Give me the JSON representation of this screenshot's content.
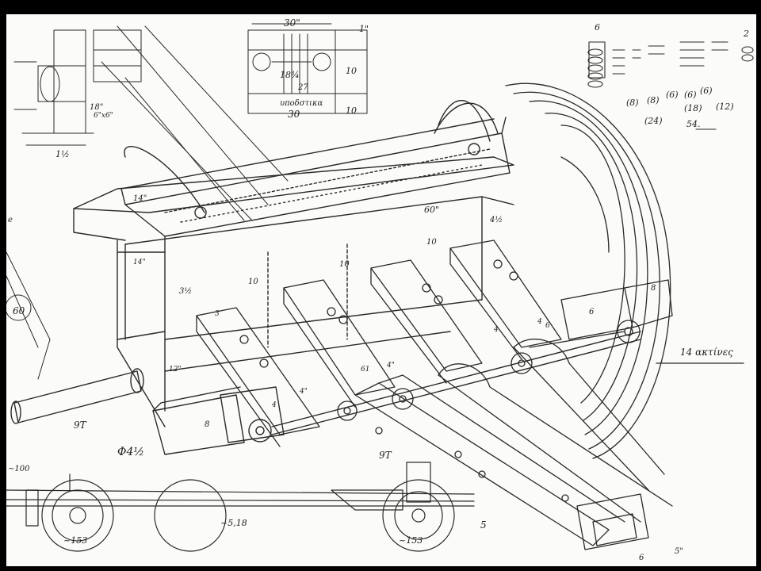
{
  "colors": {
    "paper": "#fbfbf9",
    "ink": "#2a2a2a",
    "background": "#000000"
  },
  "labels": {
    "top_30": "30\"",
    "top_1": "1\"",
    "top_10a": "10",
    "top_10b": "10",
    "top_30b": "30",
    "top_183": "18¾",
    "top_27": "27",
    "top_greek": "υποδστικα",
    "left_18": "18\"",
    "left_6x6": "6\"x6\"",
    "left_1half": "1½",
    "left_60": "60",
    "left_e": "e",
    "beam_14": "14\"",
    "beam_60": "60\"",
    "dim_10a": "10",
    "dim_10b": "10",
    "dim_10c": "10",
    "dim_4half": "4½",
    "dim_3half": "3½",
    "dim_14b": "14\"",
    "dim_12": "12\"",
    "dim_8a": "8",
    "dim_8b": "8",
    "dim_6a": "6",
    "dim_6b": "6",
    "dim_4a": "4\"",
    "dim_4b": "4",
    "dim_61": "61",
    "dim_4c": "4\"",
    "dim_4d": "4",
    "dim_4e": "4",
    "dim_3": "3",
    "phi": "Φ4½",
    "gt_left": "9T",
    "gt_right": "9T",
    "w100": "~100",
    "w153a": "~153",
    "w153b": "~153",
    "w518": "~5,18",
    "dim_5": "5",
    "dim_5b": "5\"",
    "dim_6c": "6",
    "spokes": "14 ακτίνες",
    "tr_6": "6",
    "tr_2": "2",
    "tr_8": "(8)",
    "tr_8b": "(8)",
    "tr_6c": "(6)",
    "tr_6d": "(6)",
    "tr_6e": "(6)",
    "tr_24": "(24)",
    "tr_18": "(18)",
    "tr_12": "(12)",
    "tr_54": "54."
  }
}
